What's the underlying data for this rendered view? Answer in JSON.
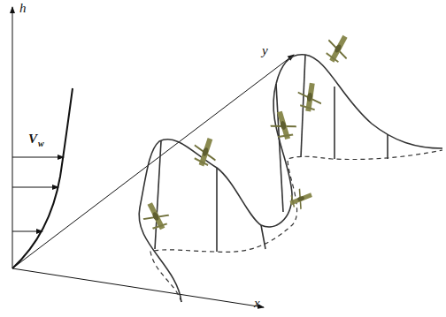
{
  "diagram": {
    "labels": [
      "h",
      "V",
      "w",
      "y",
      "x"
    ]
  }
}
